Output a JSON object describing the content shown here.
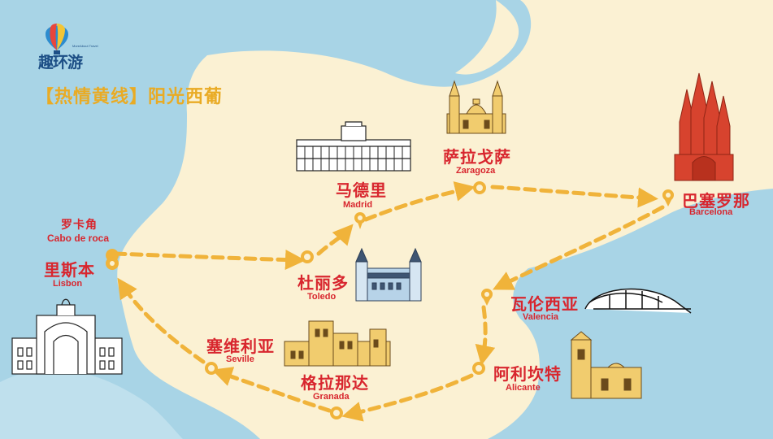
{
  "brand": {
    "name": "趣环游",
    "sub": "MoreAbout Travel"
  },
  "route_title": "【热情黄线】阳光西葡",
  "colors": {
    "sea": "#a8d4e6",
    "land": "#fbf1d3",
    "route": "#f0b33a",
    "label": "#d8262e",
    "title": "#e9ab24"
  },
  "cities": [
    {
      "id": "cabo",
      "cn": "罗卡角",
      "en": "Cabo de roca"
    },
    {
      "id": "lisbon",
      "cn": "里斯本",
      "en": "Lisbon"
    },
    {
      "id": "toledo",
      "cn": "杜丽多",
      "en": "Toledo"
    },
    {
      "id": "madrid",
      "cn": "马德里",
      "en": "Madrid"
    },
    {
      "id": "zaragoza",
      "cn": "萨拉戈萨",
      "en": "Zaragoza"
    },
    {
      "id": "barcelona",
      "cn": "巴塞罗那",
      "en": "Barcelona"
    },
    {
      "id": "valencia",
      "cn": "瓦伦西亚",
      "en": "Valencia"
    },
    {
      "id": "alicante",
      "cn": "阿利坎特",
      "en": "Alicante"
    },
    {
      "id": "granada",
      "cn": "格拉那达",
      "en": "Granada"
    },
    {
      "id": "seville",
      "cn": "塞维利亚",
      "en": "Seville"
    }
  ],
  "route_order": [
    "lisbon",
    "toledo",
    "madrid",
    "zaragoza",
    "barcelona",
    "valencia",
    "alicante",
    "granada",
    "seville",
    "lisbon"
  ],
  "landmark_icons": [
    "lisbon-arch-icon",
    "toledo-alcazar-icon",
    "madrid-palace-icon",
    "zaragoza-basilica-icon",
    "sagrada-familia-icon",
    "valencia-arts-icon",
    "alicante-church-icon",
    "granada-alhambra-icon",
    "balloon-logo-icon"
  ]
}
